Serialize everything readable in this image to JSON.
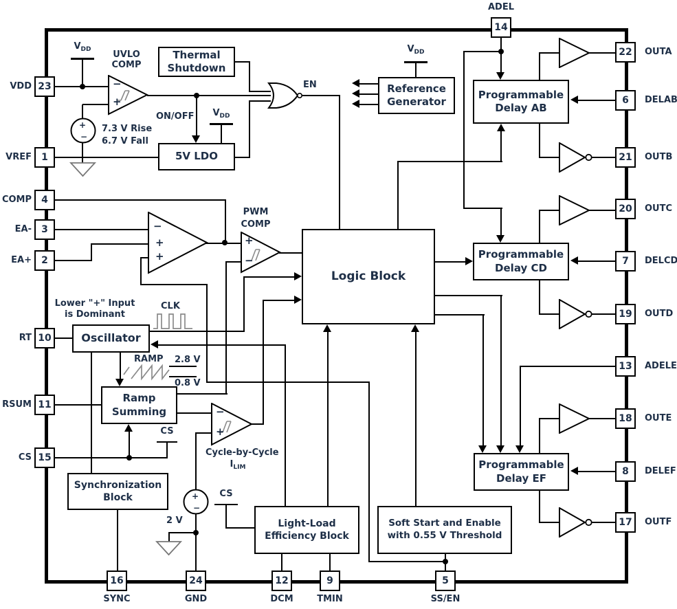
{
  "pins": {
    "vdd": {
      "num": "23",
      "label": "VDD"
    },
    "vref": {
      "num": "1",
      "label": "VREF"
    },
    "comp": {
      "num": "4",
      "label": "COMP"
    },
    "ea_m": {
      "num": "3",
      "label": "EA-"
    },
    "ea_p": {
      "num": "2",
      "label": "EA+"
    },
    "rt": {
      "num": "10",
      "label": "RT"
    },
    "rsum": {
      "num": "11",
      "label": "RSUM"
    },
    "cs": {
      "num": "15",
      "label": "CS"
    },
    "adel": {
      "num": "14",
      "label": "ADEL"
    },
    "outa": {
      "num": "22",
      "label": "OUTA"
    },
    "delab": {
      "num": "6",
      "label": "DELAB"
    },
    "outb": {
      "num": "21",
      "label": "OUTB"
    },
    "outc": {
      "num": "20",
      "label": "OUTC"
    },
    "delcd": {
      "num": "7",
      "label": "DELCD"
    },
    "outd": {
      "num": "19",
      "label": "OUTD"
    },
    "adelef": {
      "num": "13",
      "label": "ADELEF"
    },
    "oute": {
      "num": "18",
      "label": "OUTE"
    },
    "delef": {
      "num": "8",
      "label": "DELEF"
    },
    "outf": {
      "num": "17",
      "label": "OUTF"
    },
    "sync": {
      "num": "16",
      "label": "SYNC"
    },
    "gnd": {
      "num": "24",
      "label": "GND"
    },
    "dcm": {
      "num": "12",
      "label": "DCM"
    },
    "tmin": {
      "num": "9",
      "label": "TMIN"
    },
    "ssen": {
      "num": "5",
      "label": "SS/EN"
    }
  },
  "blocks": {
    "thermal": {
      "l1": "Thermal",
      "l2": "Shutdown"
    },
    "ldo": {
      "l1": "5V LDO"
    },
    "refgen": {
      "l1": "Reference",
      "l2": "Generator"
    },
    "delay_ab": {
      "l1": "Programmable",
      "l2": "Delay AB"
    },
    "delay_cd": {
      "l1": "Programmable",
      "l2": "Delay CD"
    },
    "delay_ef": {
      "l1": "Programmable",
      "l2": "Delay EF"
    },
    "logic": {
      "l1": "Logic Block"
    },
    "osc": {
      "l1": "Oscillator"
    },
    "ramp_sum": {
      "l1": "Ramp",
      "l2": "Summing"
    },
    "sync_blk": {
      "l1": "Synchronization",
      "l2": "Block"
    },
    "light_load": {
      "l1": "Light-Load",
      "l2": "Efficiency Block"
    },
    "soft_start": {
      "l1": "Soft Start and Enable",
      "l2": "with 0.55 V Threshold"
    }
  },
  "labels": {
    "uvlo1": "UVLO",
    "uvlo2": "COMP",
    "pwm1": "PWM",
    "pwm2": "COMP",
    "en": "EN",
    "onoff": "ON/OFF",
    "clk": "CLK",
    "ramp": "RAMP",
    "v28": "2.8 V",
    "v08": "0.8 V",
    "rise": "7.3 V Rise",
    "fall": "6.7 V Fall",
    "dom1": "Lower \"+\" Input",
    "dom2": "is Dominant",
    "cyc": "Cycle-by-Cycle",
    "i_base": "I",
    "i_sub": "LIM",
    "cs_rail": "CS",
    "v2": "2 V",
    "v_base": "V",
    "v_sub": "DD",
    "plus": "+",
    "minus": "−"
  }
}
